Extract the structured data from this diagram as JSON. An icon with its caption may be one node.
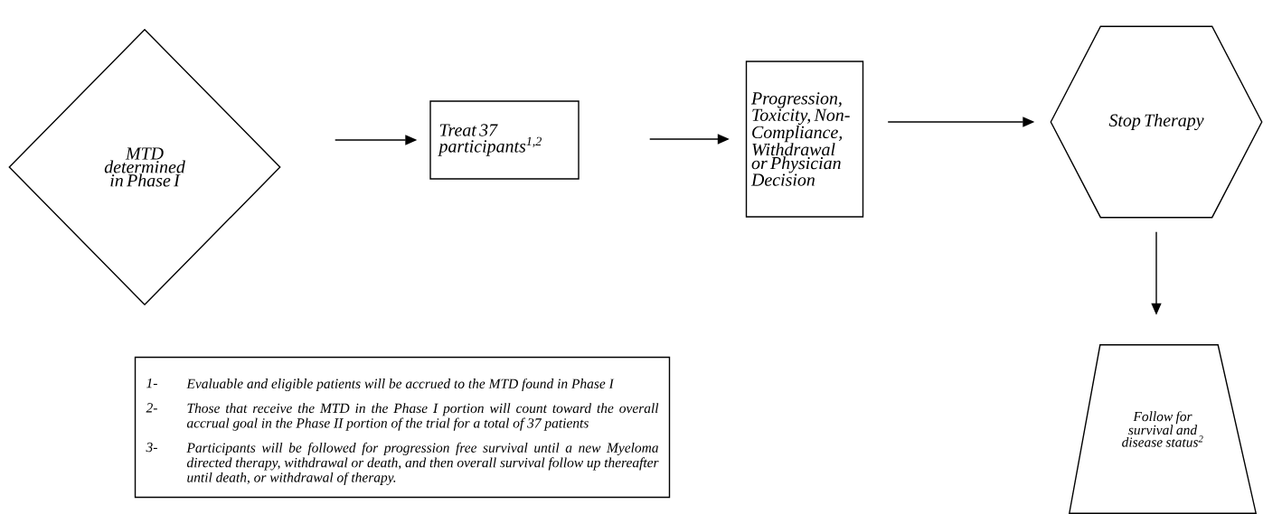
{
  "diagram": {
    "nodes": [
      {
        "text": [
          "MTD determined in Phase I"
        ]
      },
      {
        "text": [
          "Treat 37 participants$^{1,2}$"
        ]
      },
      {
        "text": [
          "Progression, Toxicity, Non-Compliance, Withdrawal or Physician Decision"
        ]
      },
      {
        "text": [
          "Stop Therapy"
        ]
      },
      {
        "text": [
          "Follow for survival and disease status$^{2}$"
        ]
      },
      {
        "text": [
          "1-",
          "Evaluable and eligible patients will be accrued to the MTD found in Phase I",
          "2-",
          "Those that receive the MTD in the Phase I portion will count toward the overall accrual goal in the Phase II portion of the trial for a total of 37 patients",
          "3-",
          "Participants will be followed for progression free survival until a new Myeloma directed therapy, withdrawal or death, and then overall survival follow up thereafter until death, or withdrawal of therapy."
        ]
      }
    ],
    "edges": [
      {
        "from": 0,
        "to": 1,
        "arrow": "to"
      },
      {
        "from": 1,
        "to": 2,
        "arrow": "to"
      },
      {
        "from": 2,
        "to": 3,
        "arrow": "to"
      },
      {
        "from": 3,
        "to": 4,
        "arrow": "to"
      }
    ]
  }
}
